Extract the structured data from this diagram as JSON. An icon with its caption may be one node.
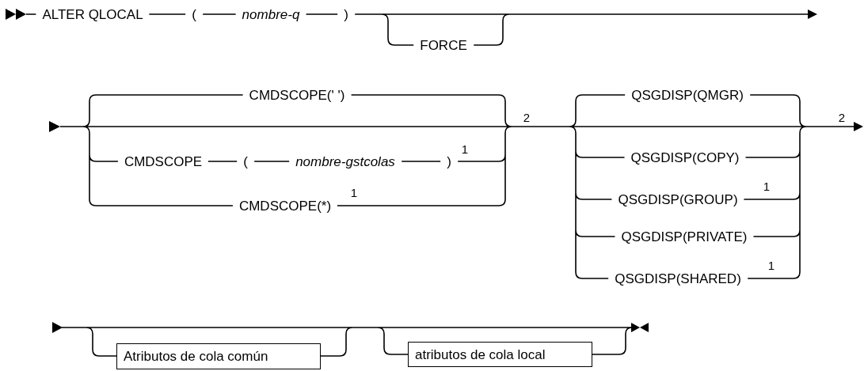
{
  "diagram": {
    "nodes": [
      {
        "text": [
          "Atributos de cola común"
        ]
      },
      {
        "text": [
          "atributos de cola local"
        ]
      }
    ],
    "labels": [
      "ALTER QLOCAL",
      "(",
      "nombre-q",
      ")",
      "FORCE",
      "CMDSCOPE(' ')",
      "QSGDISP(QMGR)",
      "CMDSCOPE",
      "(",
      "nombre-gstcolas",
      ")",
      "1",
      "QSGDISP(COPY)",
      "QSGDISP(GROUP)",
      "1",
      "CMDSCOPE(*)",
      "1",
      "2",
      "2",
      "QSGDISP(PRIVATE)",
      "QSGDISP(SHARED)",
      "1"
    ]
  }
}
